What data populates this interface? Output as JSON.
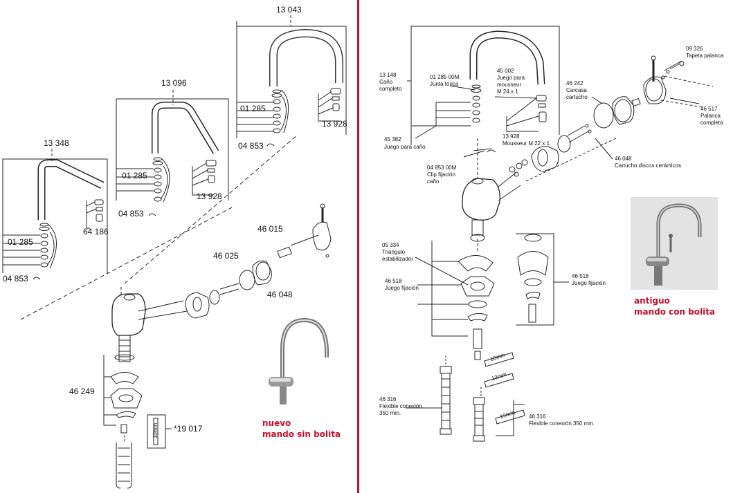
{
  "colors": {
    "divider": "#c8102e",
    "annotation": "#c8102e",
    "line": "#222222"
  },
  "left_diagram": {
    "spout_large": "13 043",
    "spout_medium": "13 096",
    "spout_small": "13 348",
    "oring_large": "01 285",
    "oring_medium": "01 285",
    "oring_small": "01 285",
    "clip_large": "04 853",
    "clip_medium": "04 853",
    "clip_small": "04 853",
    "aerator_large": "13 928",
    "aerator_medium": "13 928",
    "aerator_small": "64 186",
    "lever": "46 015",
    "housing": "46 025",
    "cartridge": "46 048",
    "fixing_set": "46 249",
    "hose_part": "*19 017",
    "hose_dim": "10mm"
  },
  "left_annotation": {
    "line1": "nuevo",
    "line2": "mando sin bolita"
  },
  "right_diagram": {
    "spout_code": "13 148",
    "spout_name_1": "Caño",
    "spout_name_2": "completo",
    "oring_code": "01 285 00M",
    "oring_name": "Junta tórica",
    "juego_code": "45 002",
    "juego_name_1": "Juego para",
    "juego_name_2": "mousseur",
    "juego_name_3": "M 24 x 1",
    "mousseur_code": "13 928",
    "mousseur_name": "Mousseur M 22 x 1",
    "cano_set_code": "45 382",
    "cano_set_name": "Juego para caño",
    "clip_code": "04 853 00M",
    "clip_name_1": "Clip fijación",
    "clip_name_2": "caño",
    "pad_code": "09 326",
    "pad_name": "Tapeta palanca",
    "casing_code": "46 242",
    "casing_name_1": "Carcasa",
    "casing_name_2": "cartucho",
    "lever_code": "46 517",
    "lever_name_1": "Palanca",
    "lever_name_2": "completa",
    "cartridge_code": "46 048",
    "cartridge_name": "Cartucho discos cerámicos",
    "triangle_code": "05 334",
    "triangle_name_1": "Triángulo",
    "triangle_name_2": "estabilizador",
    "fix_left_code": "46 518",
    "fix_left_name": "Juego fijación",
    "fix_right_code": "46 518",
    "fix_right_name": "Juego fijación",
    "hose_left_code": "46 316",
    "hose_left_name_1": "Flexible conexión",
    "hose_left_name_2": "350 mm.",
    "hose_right_code": "46 316",
    "hose_right_name": "Flexible conexión 350 mm.",
    "dim_10": "10mm",
    "dim_13": "13mm",
    "dim_19": "19mm"
  },
  "right_annotation": {
    "line1": "antiguo",
    "line2": "mando con bolita"
  }
}
